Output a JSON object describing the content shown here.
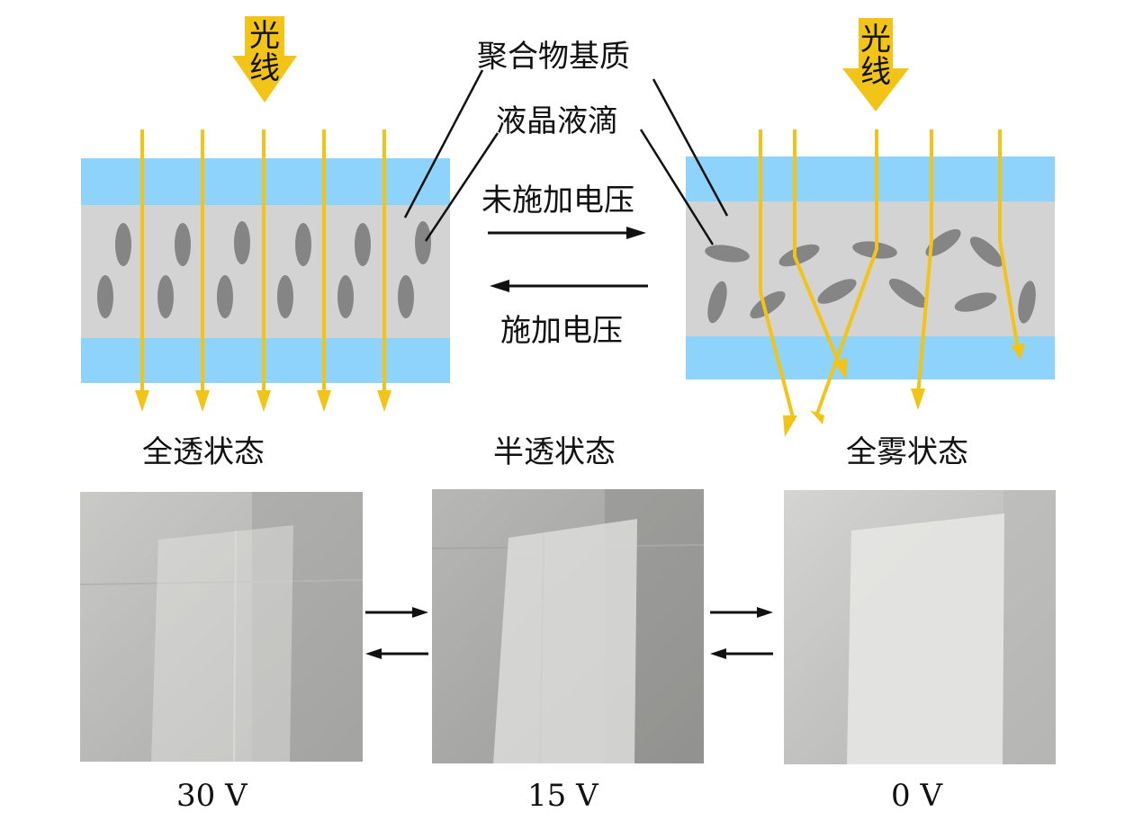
{
  "colors": {
    "electrode": "#8dd3fb",
    "matrix": "#d3d3d3",
    "droplet": "#858585",
    "light": "#f2c418",
    "leader_line": "#111111"
  },
  "labels": {
    "light_left": "光线",
    "light_right": "光线",
    "polymer_matrix": "聚合物基质",
    "lc_droplet": "液晶液滴",
    "no_voltage": "未施加电压",
    "apply_voltage": "施加电压"
  },
  "states": [
    {
      "name": "全透状态",
      "voltage": "30 V"
    },
    {
      "name": "半透状态",
      "voltage": "15 V"
    },
    {
      "name": "全雾状态",
      "voltage": "0 V"
    }
  ],
  "icons": {
    "light_arrow": "light-arrow-icon",
    "forward_arrow": "arrow-right-icon",
    "backward_arrow": "arrow-left-icon"
  }
}
